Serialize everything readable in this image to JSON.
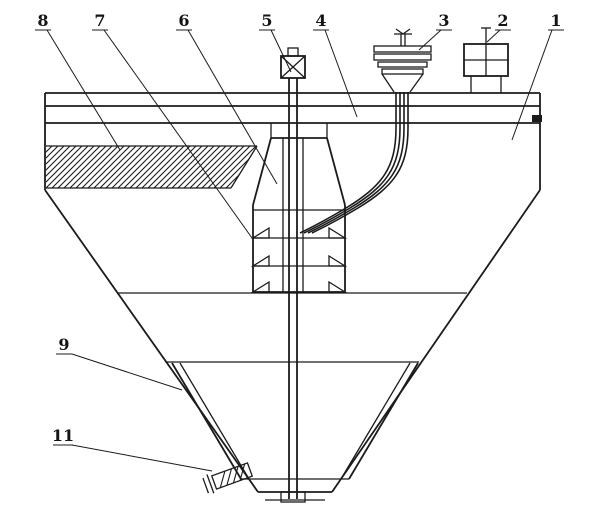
{
  "figure": {
    "background_color": "#ffffff",
    "line_color": "#1b1b1b"
  },
  "labels": {
    "n1": "1",
    "n2": "2",
    "n3": "3",
    "n4": "4",
    "n5": "5",
    "n6": "6",
    "n7": "7",
    "n8": "8",
    "n9": "9",
    "n11": "11"
  }
}
